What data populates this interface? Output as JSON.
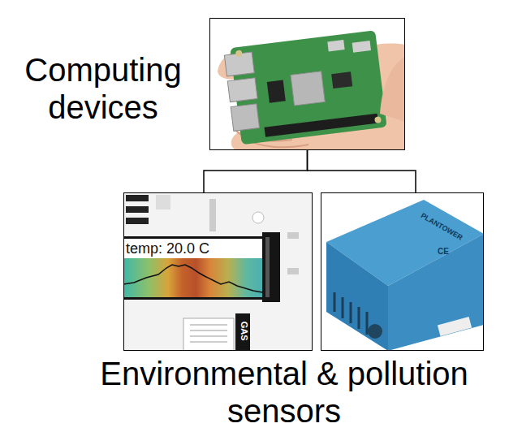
{
  "diagram": {
    "nodes": [
      {
        "text": [
          "Computing devices"
        ]
      },
      {
        "text": [
          "temp: 20.0 C",
          "GAS"
        ]
      },
      {
        "text": [
          "PLANTOWER",
          "CE"
        ]
      }
    ],
    "edges": [
      {
        "from": 0,
        "to": 1,
        "arrow": "none"
      },
      {
        "from": 0,
        "to": 2,
        "arrow": "none"
      }
    ],
    "labels": [
      "Environmental & pollution sensors"
    ]
  }
}
